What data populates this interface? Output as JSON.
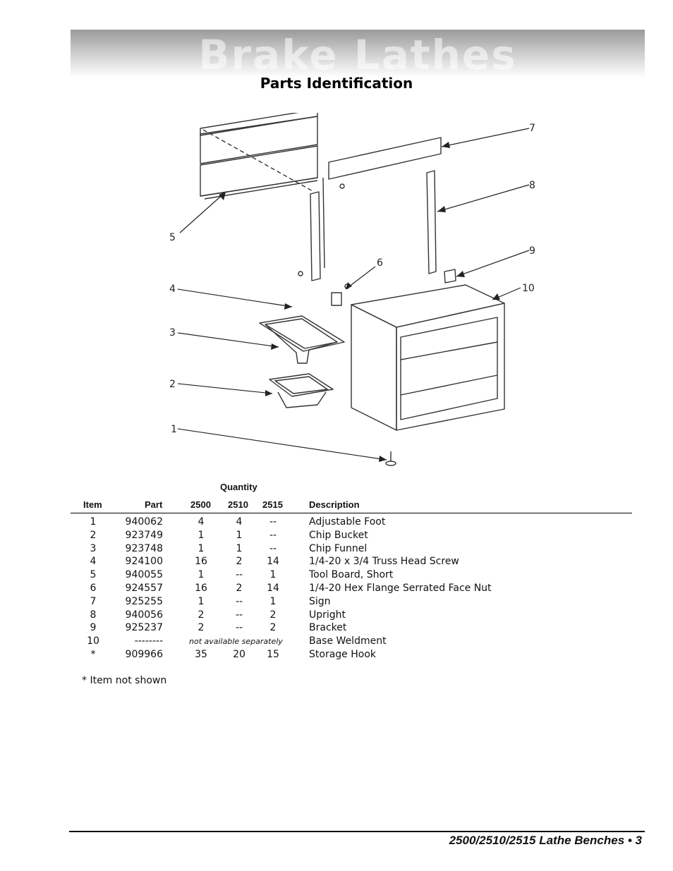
{
  "banner": {
    "title": "Brake Lathes"
  },
  "section_title": "Parts Identification",
  "diagram": {
    "callouts": [
      "1",
      "2",
      "3",
      "4",
      "5",
      "6",
      "7",
      "8",
      "9",
      "10"
    ]
  },
  "table": {
    "quantity_header": "Quantity",
    "headers": {
      "item": "Item",
      "part": "Part",
      "q2500": "2500",
      "q2510": "2510",
      "q2515": "2515",
      "description": "Description"
    },
    "rows": [
      {
        "item": "1",
        "part": "940062",
        "q2500": "4",
        "q2510": "4",
        "q2515": "--",
        "description": "Adjustable Foot"
      },
      {
        "item": "2",
        "part": "923749",
        "q2500": "1",
        "q2510": "1",
        "q2515": "--",
        "description": "Chip Bucket"
      },
      {
        "item": "3",
        "part": "923748",
        "q2500": "1",
        "q2510": "1",
        "q2515": "--",
        "description": "Chip Funnel"
      },
      {
        "item": "4",
        "part": "924100",
        "q2500": "16",
        "q2510": "2",
        "q2515": "14",
        "description": "1/4-20 x 3/4 Truss Head Screw"
      },
      {
        "item": "5",
        "part": "940055",
        "q2500": "1",
        "q2510": "--",
        "q2515": "1",
        "description": "Tool Board, Short"
      },
      {
        "item": "6",
        "part": "924557",
        "q2500": "16",
        "q2510": "2",
        "q2515": "14",
        "description": "1/4-20 Hex Flange Serrated Face Nut"
      },
      {
        "item": "7",
        "part": "925255",
        "q2500": "1",
        "q2510": "--",
        "q2515": "1",
        "description": "Sign"
      },
      {
        "item": "8",
        "part": "940056",
        "q2500": "2",
        "q2510": "--",
        "q2515": "2",
        "description": "Upright"
      },
      {
        "item": "9",
        "part": "925237",
        "q2500": "2",
        "q2510": "--",
        "q2515": "2",
        "description": "Bracket"
      },
      {
        "item": "10",
        "part": "--------",
        "availability": "not available separately",
        "description": "Base Weldment"
      },
      {
        "item": "*",
        "part": "909966",
        "q2500": "35",
        "q2510": "20",
        "q2515": "15",
        "description": "Storage Hook"
      }
    ]
  },
  "footnote": "* Item not shown",
  "footer": {
    "text": "2500/2510/2515 Lathe Benches • 3"
  }
}
